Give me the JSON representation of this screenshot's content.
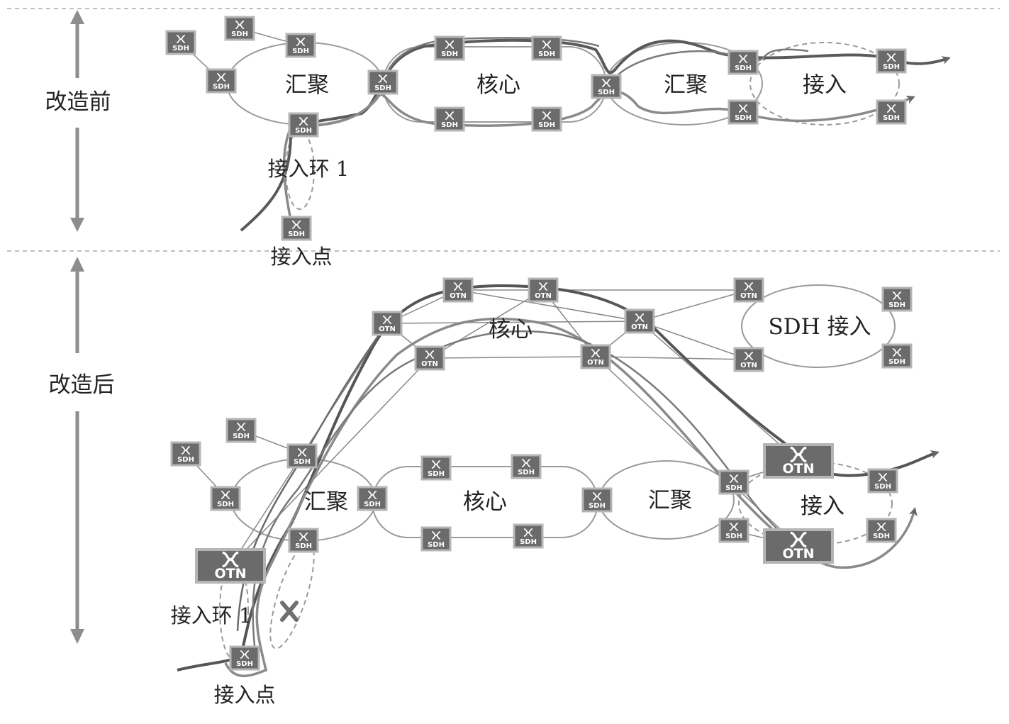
{
  "sections": {
    "before": "改造前",
    "after": "改造后"
  },
  "labels": {
    "before_agg_left": "汇聚",
    "before_core": "核心",
    "before_agg_right": "汇聚",
    "before_access": "接入",
    "before_access_ring": "接入环 1",
    "before_access_point": "接入点",
    "after_core": "核心",
    "after_sdh_access": "SDH 接入",
    "after_agg_left": "汇聚",
    "after_core_lower": "核心",
    "after_agg_right": "汇聚",
    "after_access": "接入",
    "after_access_ring": "接入环 1",
    "after_access_point": "接入点"
  },
  "node_labels": {
    "sdh": "SDH",
    "otn": "OTN"
  },
  "colors": {
    "node_fill": "#6b6b6b",
    "node_border": "#b5b5b5",
    "ring": "#9a9a9a",
    "path_dark": "#555555",
    "path_light": "#8a8a8a",
    "arrow": "#a0a0a0"
  }
}
